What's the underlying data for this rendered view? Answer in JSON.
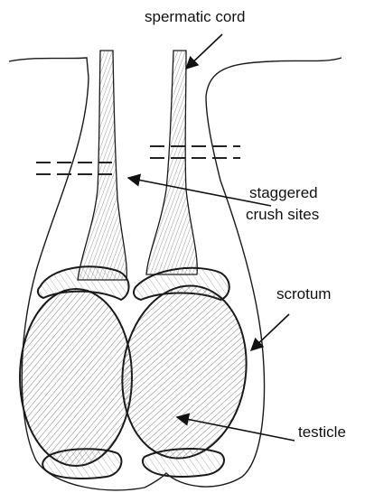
{
  "labels": {
    "spermatic_cord": "spermatic cord",
    "crush_sites_line1": "staggered",
    "crush_sites_line2": "crush sites",
    "scrotum": "scrotum",
    "testicle": "testicle"
  }
}
